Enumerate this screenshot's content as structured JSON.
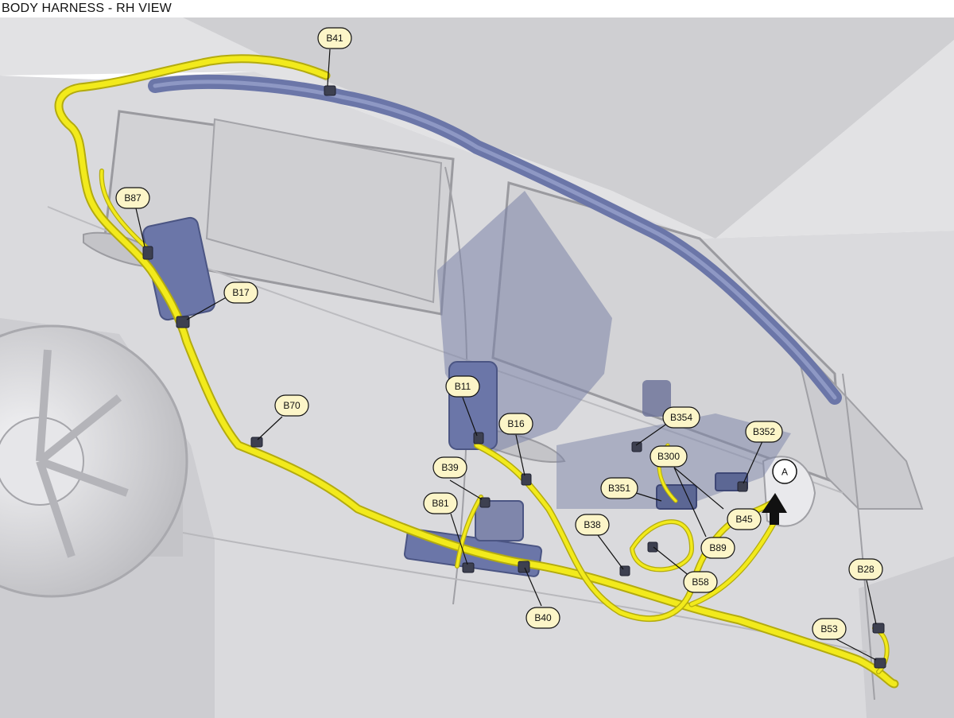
{
  "title": "BODY HARNESS - RH VIEW",
  "view_marker": "A",
  "colors": {
    "harness": "#f2ea1c",
    "harness_outline": "#b5ad10",
    "airbag": "#6b76a8",
    "label_fill": "#fcf5c8",
    "body": "#d6d6d9"
  },
  "connectors": {
    "B41": "B41",
    "B87": "B87",
    "B17": "B17",
    "B70": "B70",
    "B11": "B11",
    "B16": "B16",
    "B354": "B354",
    "B352": "B352",
    "B300": "B300",
    "B39": "B39",
    "B351": "B351",
    "B45": "B45",
    "B81": "B81",
    "B38": "B38",
    "B89": "B89",
    "B58": "B58",
    "B40": "B40",
    "B28": "B28",
    "B53": "B53"
  }
}
